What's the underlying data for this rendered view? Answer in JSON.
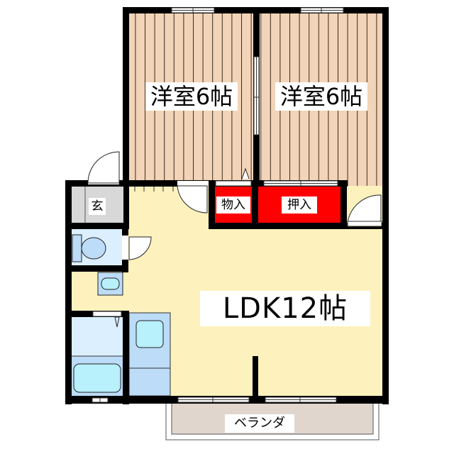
{
  "floor_plan": {
    "colors": {
      "wall": "#000000",
      "western_room_floor": "#f2d4b8",
      "floor_stripe": "#3a2a1a",
      "ldk_floor": "#fdf2bd",
      "closet": "#ff0000",
      "entrance": "#d8d8d8",
      "wet_area": "#dcefff",
      "fixture_blue": "#bcdcf8",
      "fixture_cyan": "#b8f0fc",
      "balcony": "#e0d6ce",
      "label_bg": "#ffffff"
    },
    "rooms": [
      {
        "id": "western-room-1",
        "label": "洋室6帖"
      },
      {
        "id": "western-room-2",
        "label": "洋室6帖"
      },
      {
        "id": "ldk",
        "label": "LDK12帖"
      },
      {
        "id": "storage",
        "label": "物入"
      },
      {
        "id": "oshiire",
        "label": "押入"
      },
      {
        "id": "entrance",
        "label": "玄"
      },
      {
        "id": "balcony",
        "label": "ベランダ"
      }
    ],
    "fixtures": [
      {
        "id": "toilet"
      },
      {
        "id": "wash-basin"
      },
      {
        "id": "bathtub"
      },
      {
        "id": "washing-machine-pan"
      },
      {
        "id": "kitchen-sink"
      }
    ]
  }
}
